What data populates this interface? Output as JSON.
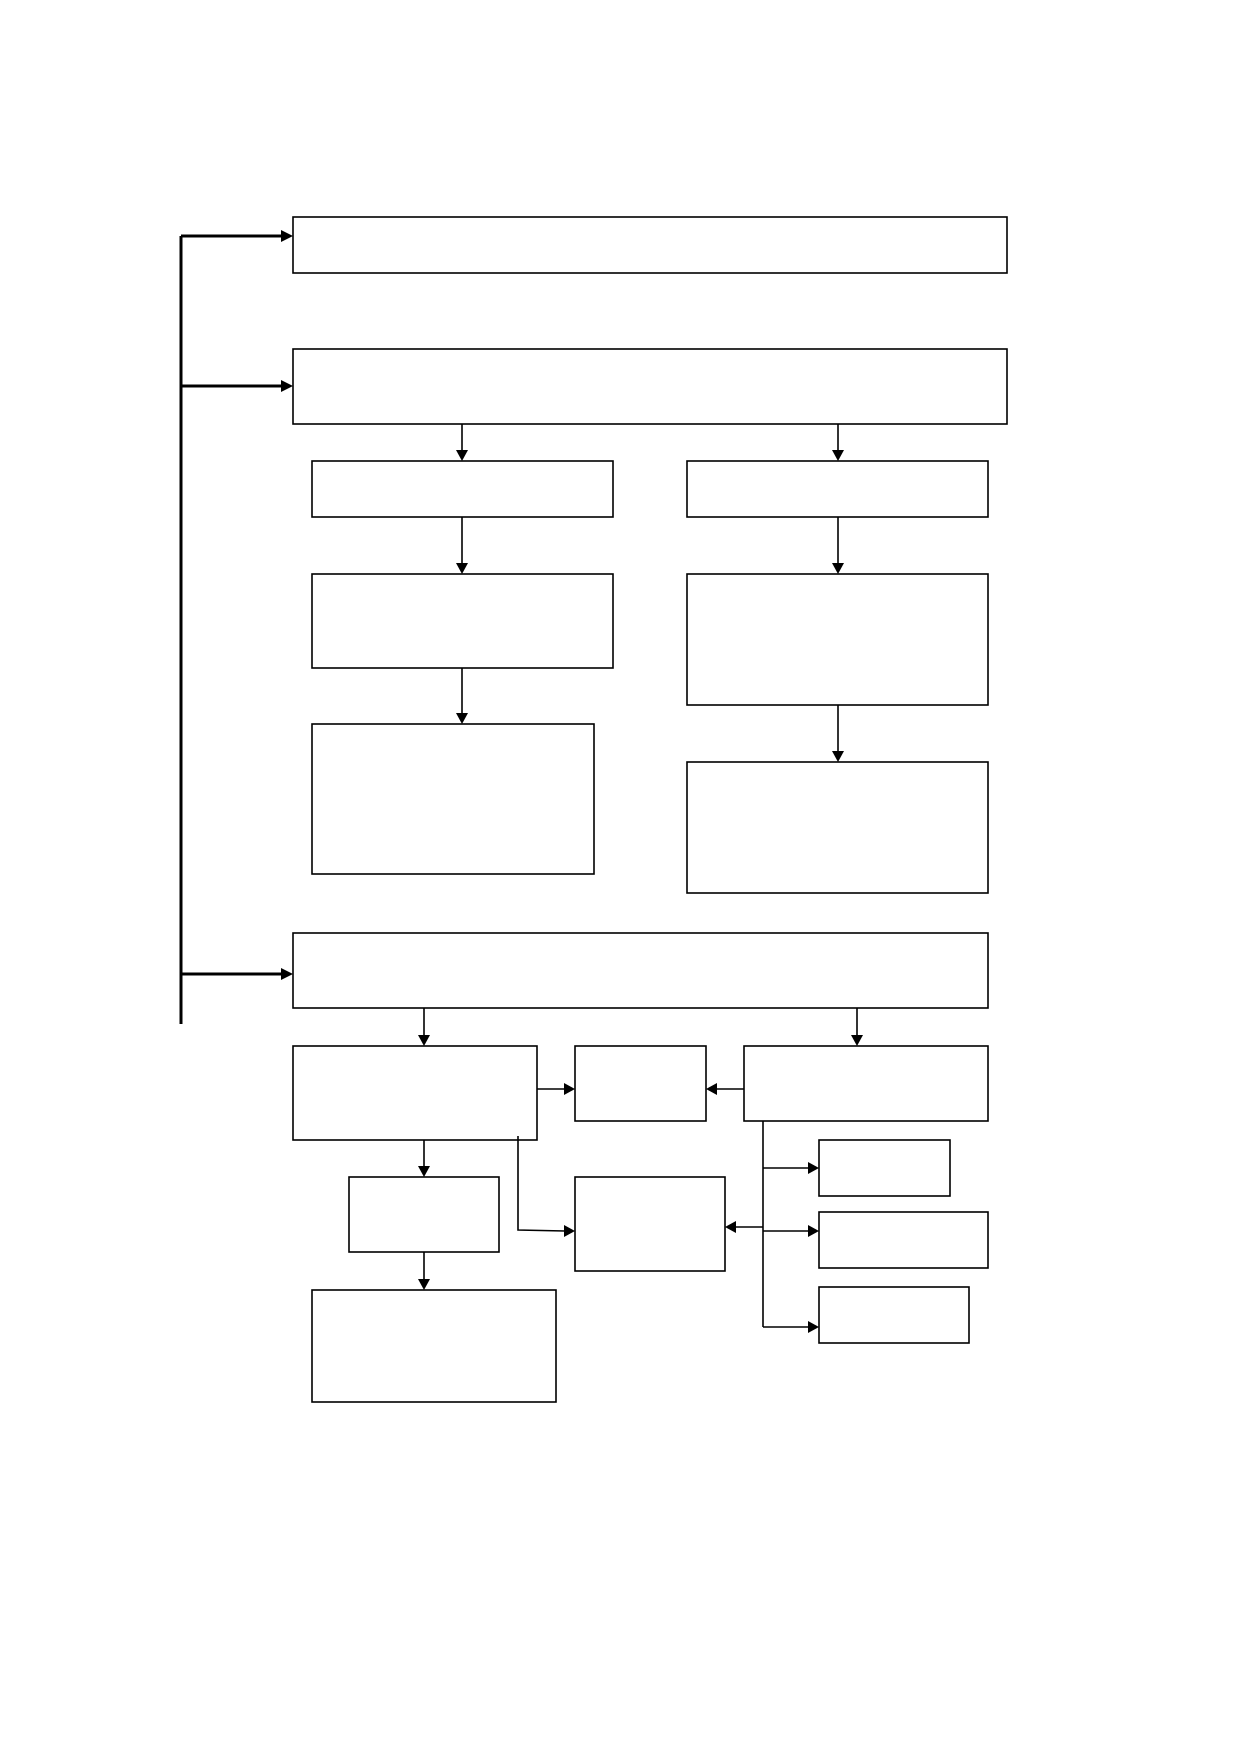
{
  "diagram": {
    "type": "flowchart",
    "labels_visible": false,
    "colors": {
      "line": "#000000",
      "box_fill": "#ffffff",
      "background": "#ffffff"
    },
    "nodes": [
      {
        "id": "level-1",
        "label": ""
      },
      {
        "id": "level-2",
        "label": ""
      },
      {
        "id": "level-2-left-a",
        "label": ""
      },
      {
        "id": "level-2-left-b",
        "label": ""
      },
      {
        "id": "level-2-left-c",
        "label": ""
      },
      {
        "id": "level-2-right-a",
        "label": ""
      },
      {
        "id": "level-2-right-b",
        "label": ""
      },
      {
        "id": "level-2-right-c",
        "label": ""
      },
      {
        "id": "level-3",
        "label": ""
      },
      {
        "id": "level-3-left-a",
        "label": ""
      },
      {
        "id": "level-3-left-b",
        "label": ""
      },
      {
        "id": "level-3-left-c",
        "label": ""
      },
      {
        "id": "level-3-center-a",
        "label": ""
      },
      {
        "id": "level-3-center-b",
        "label": ""
      },
      {
        "id": "level-3-right-a",
        "label": ""
      },
      {
        "id": "level-3-right-b1",
        "label": ""
      },
      {
        "id": "level-3-right-b2",
        "label": ""
      },
      {
        "id": "level-3-right-b3",
        "label": ""
      }
    ],
    "edges": [
      {
        "from": "trunk",
        "to": "level-1"
      },
      {
        "from": "trunk",
        "to": "level-2"
      },
      {
        "from": "trunk",
        "to": "level-3"
      },
      {
        "from": "level-2",
        "to": "level-2-left-a"
      },
      {
        "from": "level-2",
        "to": "level-2-right-a"
      },
      {
        "from": "level-2-left-a",
        "to": "level-2-left-b"
      },
      {
        "from": "level-2-left-b",
        "to": "level-2-left-c"
      },
      {
        "from": "level-2-right-a",
        "to": "level-2-right-b"
      },
      {
        "from": "level-2-right-b",
        "to": "level-2-right-c"
      },
      {
        "from": "level-3",
        "to": "level-3-left-a"
      },
      {
        "from": "level-3",
        "to": "level-3-right-a"
      },
      {
        "from": "level-3-left-a",
        "to": "level-3-center-a"
      },
      {
        "from": "level-3-right-a",
        "to": "level-3-center-a"
      },
      {
        "from": "level-3-left-a",
        "to": "level-3-left-b"
      },
      {
        "from": "level-3-left-b",
        "to": "level-3-left-c"
      },
      {
        "from": "level-3-left-a",
        "to": "level-3-center-b"
      },
      {
        "from": "level-3-right-a",
        "to": "level-3-center-b"
      },
      {
        "from": "level-3-right-a",
        "to": "level-3-right-b1"
      },
      {
        "from": "level-3-right-a",
        "to": "level-3-right-b2"
      },
      {
        "from": "level-3-right-a",
        "to": "level-3-right-b3"
      }
    ]
  }
}
